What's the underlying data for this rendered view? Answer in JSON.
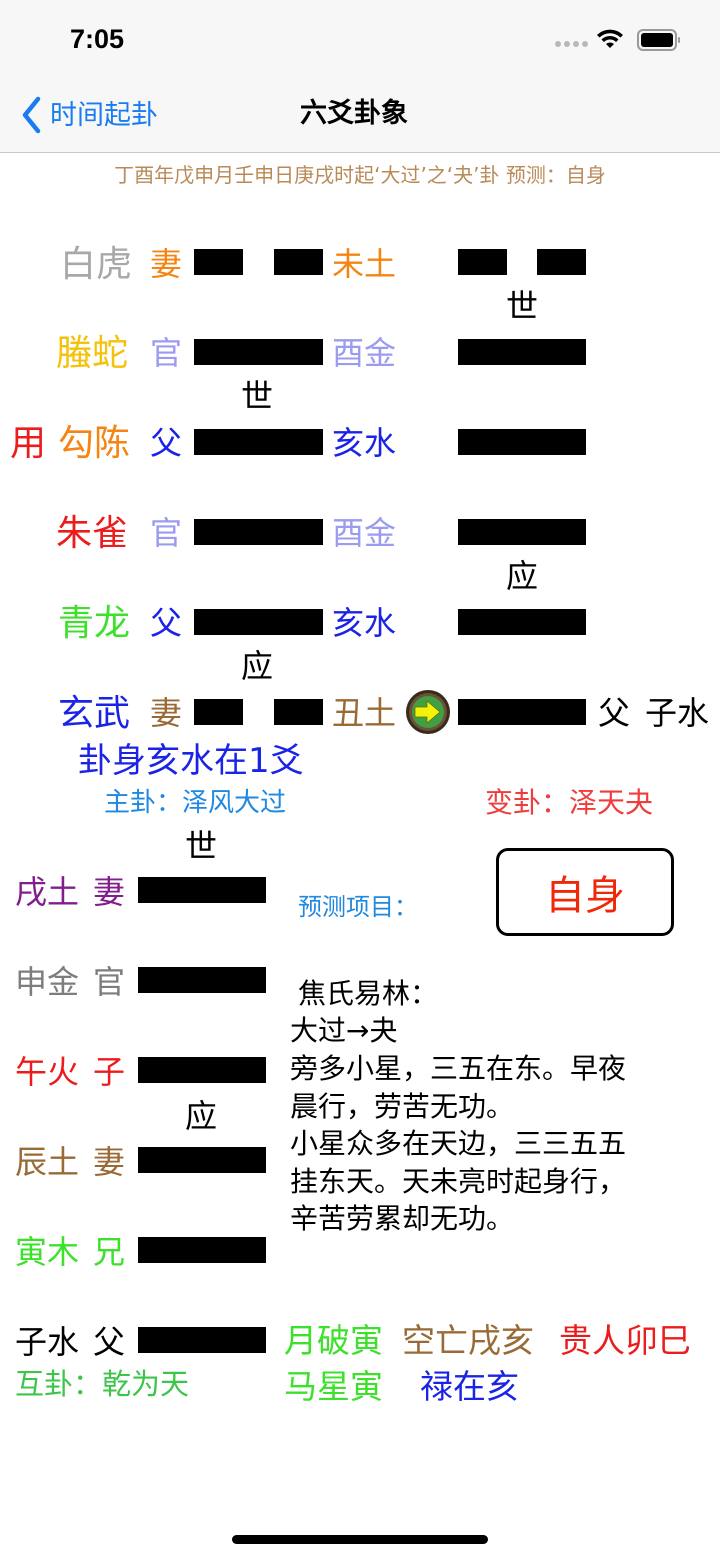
{
  "status_bar": {
    "time": "7:05"
  },
  "nav": {
    "back_label": "时间起卦",
    "title": "六爻卦象"
  },
  "subtitle": "丁酉年戊申月壬申日庚戌时起‘大过’之‘夬’卦  预测：自身",
  "main_hexagram": {
    "lines": [
      {
        "god": "白虎",
        "relation": "妻",
        "branch": "未土",
        "type": "yin",
        "changed_type": "yin",
        "god_color": "#a8a8a8",
        "relation_color": "#f58513",
        "branch_color": "#f58513"
      },
      {
        "god": "螣蛇",
        "relation": "官",
        "branch": "酉金",
        "type": "yang",
        "changed_type": "yang",
        "god_color": "#f5c20b",
        "relation_color": "#9b9bf0",
        "branch_color": "#9b9bf0"
      },
      {
        "use_mark": "用",
        "god": "勾陈",
        "relation": "父",
        "branch": "亥水",
        "type": "yang",
        "changed_type": "yang",
        "god_color": "#f58513",
        "relation_color": "#1a23e6",
        "branch_color": "#1a23e6"
      },
      {
        "god": "朱雀",
        "relation": "官",
        "branch": "酉金",
        "type": "yang",
        "changed_type": "yang",
        "god_color": "#ec1c1c",
        "relation_color": "#9b9bf0",
        "branch_color": "#9b9bf0"
      },
      {
        "god": "青龙",
        "relation": "父",
        "branch": "亥水",
        "type": "yang",
        "changed_type": "yang",
        "god_color": "#3de02a",
        "relation_color": "#1a23e6",
        "branch_color": "#1a23e6"
      },
      {
        "god": "玄武",
        "relation": "妻",
        "branch": "丑土",
        "type": "yin",
        "changed_type": "yang",
        "moving": true,
        "changed_relation": "父",
        "changed_branch": "子水",
        "god_color": "#1a23e6",
        "relation_color": "#9a6a36",
        "branch_color": "#9a6a36"
      }
    ],
    "shi_mark": "世",
    "ying_mark": "应",
    "changed_shi_mark": "世",
    "changed_ying_mark": "应",
    "gua_shen": "卦身亥水在1爻",
    "main_label": "主卦：泽风大过",
    "changed_label": "变卦：泽天夬"
  },
  "mutual_hexagram": {
    "shi_mark": "世",
    "ying_mark": "应",
    "lines": [
      {
        "branch": "戌土",
        "relation": "妻",
        "branch_color": "#821e8c",
        "relation_color": "#821e8c"
      },
      {
        "branch": "申金",
        "relation": "官",
        "branch_color": "#7d7d7d",
        "relation_color": "#7d7d7d"
      },
      {
        "branch": "午火",
        "relation": "子",
        "branch_color": "#ec1c1c",
        "relation_color": "#ec1c1c"
      },
      {
        "branch": "辰土",
        "relation": "妻",
        "branch_color": "#9a6a36",
        "relation_color": "#9a6a36"
      },
      {
        "branch": "寅木",
        "relation": "兄",
        "branch_color": "#3de02a",
        "relation_color": "#3de02a"
      },
      {
        "branch": "子水",
        "relation": "父",
        "branch_color": "#000000",
        "relation_color": "#000000"
      }
    ],
    "label": "互卦：乾为天"
  },
  "prediction": {
    "label": "预测项目：",
    "value": "自身"
  },
  "jiaoshi": {
    "title": "焦氏易林：",
    "lines": [
      "大过→夬",
      "旁多小星，三五在东。早夜",
      "晨行，劳苦无功。",
      "小星众多在天边，三三五五",
      "挂东天。天未亮时起身行，",
      "辛苦劳累却无功。"
    ]
  },
  "shensha": {
    "yue_po": "月破寅",
    "kong_wang": "空亡戌亥",
    "gui_ren": "贵人卯巳",
    "ma_xing": "马星寅",
    "lu": "禄在亥"
  },
  "icons": {
    "moving_line": "arrow-right-circle-icon",
    "back": "chevron-left-icon"
  }
}
